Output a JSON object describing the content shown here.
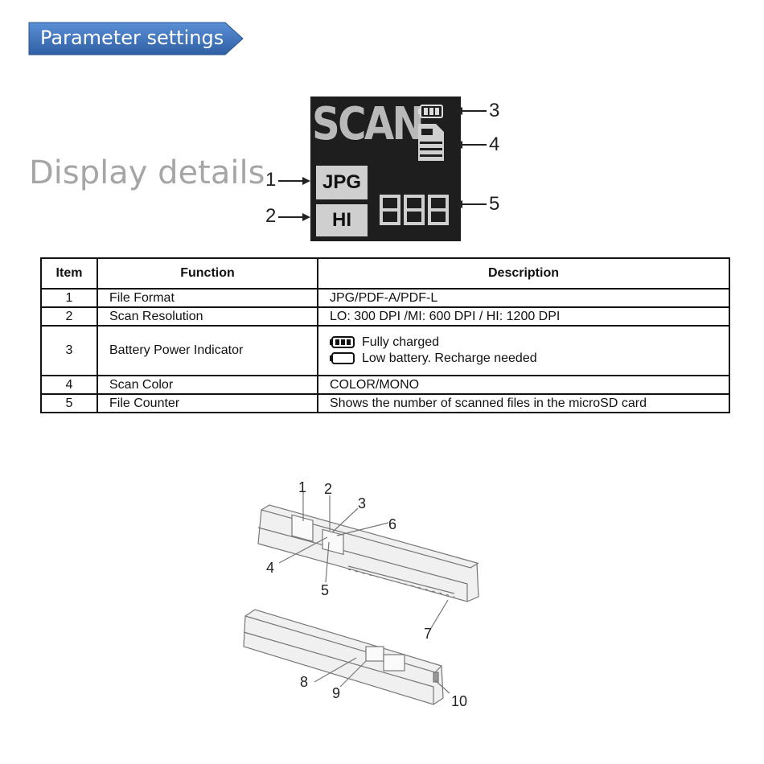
{
  "header": {
    "title": "Parameter settings",
    "color": "#3d71b5"
  },
  "section": {
    "title": "Display details"
  },
  "display": {
    "scan_text": "SCAN",
    "format_text": "JPG",
    "resolution_text": "HI",
    "counter_text": "888",
    "callouts": [
      "1",
      "2",
      "3",
      "4",
      "5"
    ]
  },
  "table": {
    "headers": [
      "Item",
      "Function",
      "Description"
    ],
    "rows": [
      {
        "item": "1",
        "function": "File Format",
        "description": "JPG/PDF-A/PDF-L"
      },
      {
        "item": "2",
        "function": "Scan Resolution",
        "description": "LO: 300 DPI /MI: 600 DPI / HI: 1200 DPI"
      },
      {
        "item": "3",
        "function": "Battery Power Indicator",
        "description_full": "Fully charged",
        "description_low": "Low battery. Recharge needed"
      },
      {
        "item": "4",
        "function": "Scan Color",
        "description": "COLOR/MONO"
      },
      {
        "item": "5",
        "function": "File Counter",
        "description": "Shows the number of scanned files in the microSD card"
      }
    ]
  },
  "scanner_figure": {
    "labels": [
      "1",
      "2",
      "3",
      "4",
      "5",
      "6",
      "7",
      "8",
      "9",
      "10"
    ]
  }
}
